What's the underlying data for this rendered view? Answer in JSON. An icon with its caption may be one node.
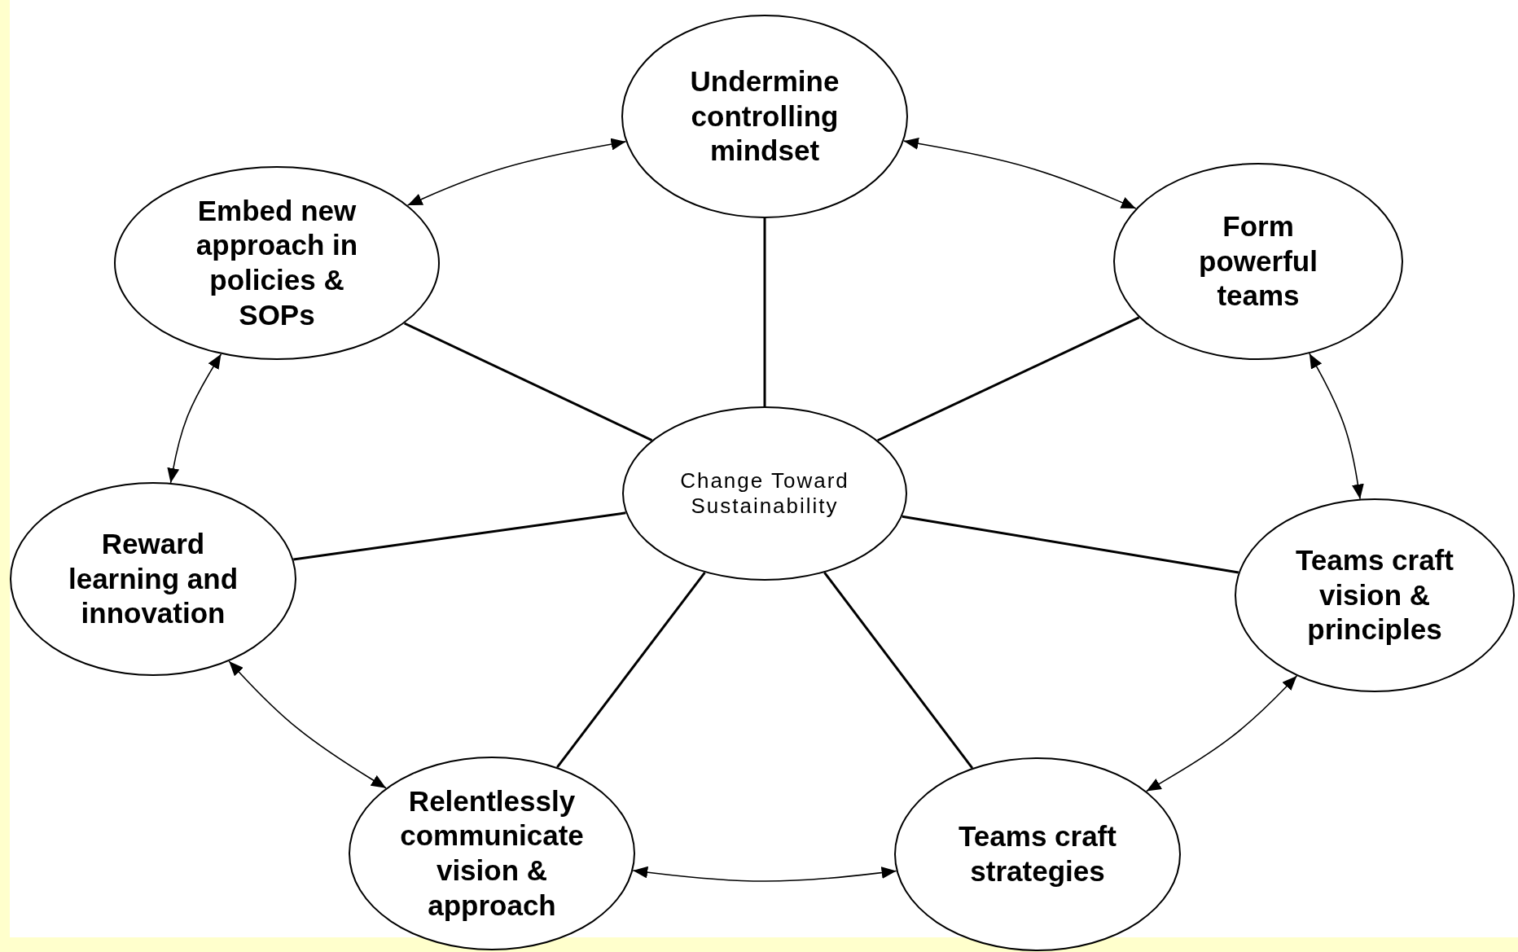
{
  "diagram": {
    "nodes": [
      {
        "text": [
          "Undermine controlling mindset"
        ]
      },
      {
        "text": [
          "Embed new approach in policies & SOPs"
        ]
      },
      {
        "text": [
          "Form powerful teams"
        ]
      },
      {
        "text": [
          "Change Toward Sustainability"
        ]
      },
      {
        "text": [
          "Reward learning and innovation"
        ]
      },
      {
        "text": [
          "Teams craft vision & principles"
        ]
      },
      {
        "text": [
          "Relentlessly communicate vision & approach"
        ]
      },
      {
        "text": [
          "Teams craft strategies"
        ]
      }
    ],
    "edges": [
      {
        "from": 3,
        "to": 0,
        "arrow": "none"
      },
      {
        "from": 3,
        "to": 2,
        "arrow": "none"
      },
      {
        "from": 3,
        "to": 5,
        "arrow": "none"
      },
      {
        "from": 3,
        "to": 7,
        "arrow": "none"
      },
      {
        "from": 3,
        "to": 6,
        "arrow": "none"
      },
      {
        "from": 3,
        "to": 4,
        "arrow": "none"
      },
      {
        "from": 3,
        "to": 1,
        "arrow": "none"
      },
      {
        "from": 1,
        "to": 0,
        "arrow": "both"
      },
      {
        "from": 0,
        "to": 2,
        "arrow": "both"
      },
      {
        "from": 2,
        "to": 5,
        "arrow": "both"
      },
      {
        "from": 5,
        "to": 7,
        "arrow": "both"
      },
      {
        "from": 7,
        "to": 6,
        "arrow": "both"
      },
      {
        "from": 6,
        "to": 4,
        "arrow": "both"
      },
      {
        "from": 4,
        "to": 1,
        "arrow": "both"
      }
    ]
  }
}
